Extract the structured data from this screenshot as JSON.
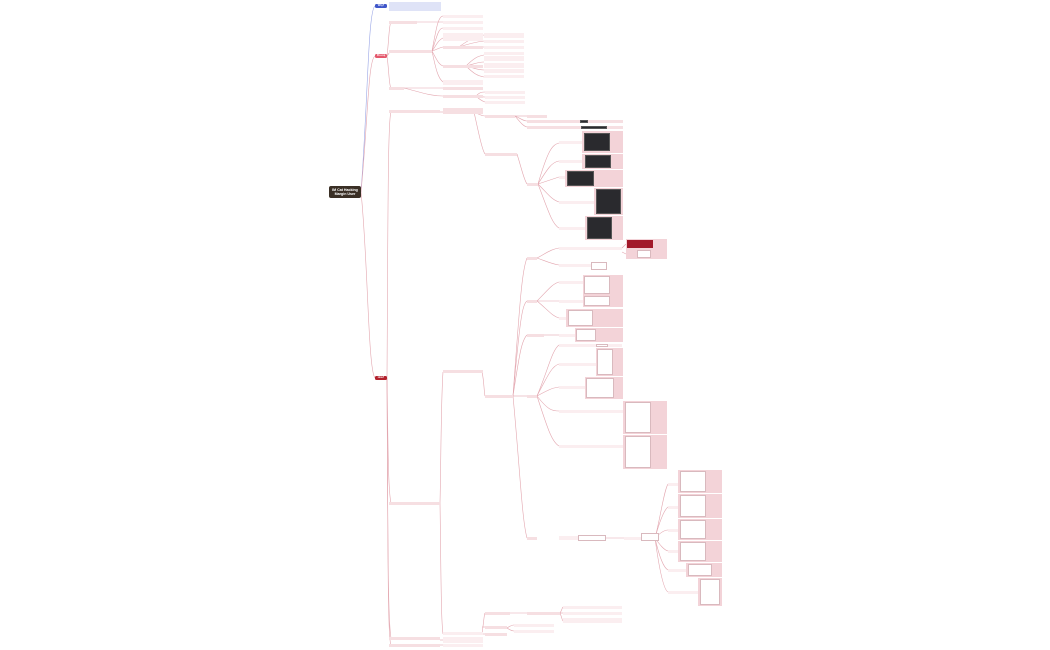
{
  "root": {
    "title": "IM Cat Hacking Margin User"
  },
  "tags": {
    "why": "Why?",
    "prerequisites": "Pre-req",
    "how": "How?"
  },
  "why_text": "",
  "branches": [],
  "colors": {
    "why": "#3f56c9",
    "prerequisites": "#e4576b",
    "how": "#b3202c",
    "root_bg": "#3a2f25",
    "connector_pink": "#e3a6af",
    "connector_blue": "#9aa6e6",
    "node_bg": "#f6dfe2"
  },
  "icons": []
}
